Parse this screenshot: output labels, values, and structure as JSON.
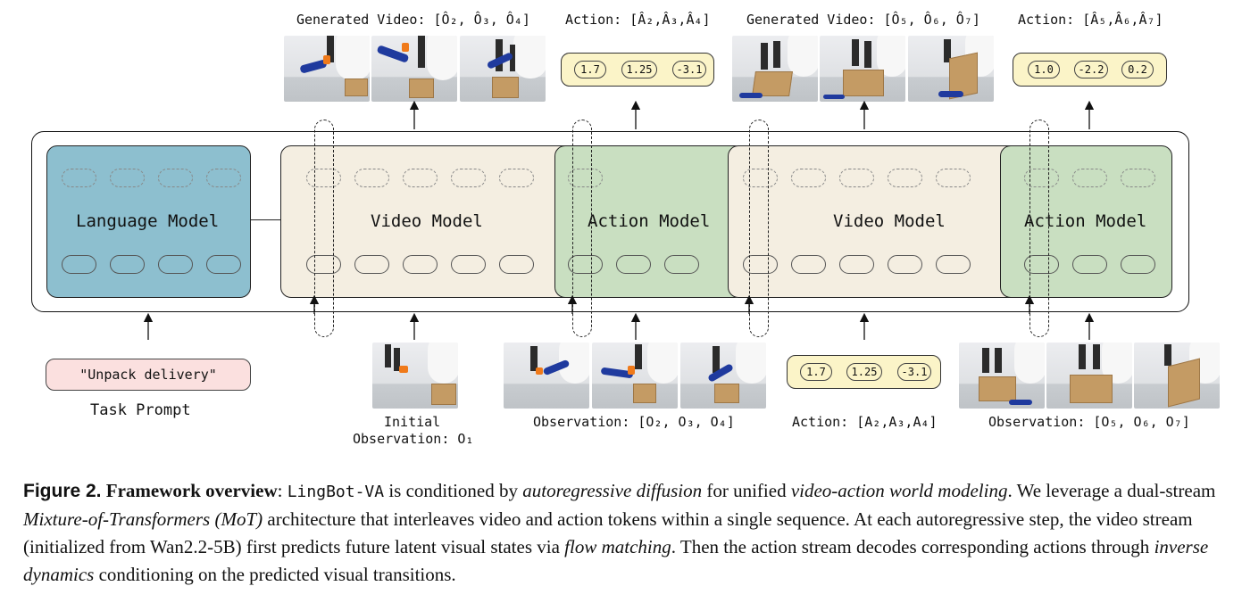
{
  "top_labels": {
    "gen_video_1": "Generated Video: [Ô₂, Ô₃, Ô₄]",
    "action_1": "Action: [Â₂,Â₃,Â₄]",
    "gen_video_2": "Generated Video: [Ô₅, Ô₆, Ô₇]",
    "action_2": "Action: [Â₅,Â₆,Â₇]"
  },
  "predicted_actions_1": [
    "1.7",
    "1.25",
    "-3.1"
  ],
  "predicted_actions_2": [
    "1.0",
    "-2.2",
    "0.2"
  ],
  "blocks": {
    "language": "Language Model",
    "video_1": "Video Model",
    "action_1": "Action Model",
    "video_2": "Video Model",
    "action_2": "Action Model"
  },
  "bottom": {
    "task_prompt_text": "\"Unpack delivery\"",
    "task_prompt_label": "Task Prompt",
    "initial_obs_line1": "Initial",
    "initial_obs_line2": "Observation: O₁",
    "obs_1": "Observation: [O₂, O₃, O₄]",
    "action_input_label": "Action: [A₂,A₃,A₄]",
    "obs_2": "Observation: [O₅, O₆, O₇]"
  },
  "input_actions": [
    "1.7",
    "1.25",
    "-3.1"
  ],
  "caption": {
    "fig_label": "Figure 2.",
    "title": "Framework overview",
    "colon": ": ",
    "model_name": "LingBot-VA",
    "t1": " is conditioned by ",
    "i1": "autoregressive diffusion",
    "t2": " for unified ",
    "i2": "video-action world modeling",
    "t3": ". We leverage a dual-stream ",
    "i3": "Mixture-of-Transformers (MoT)",
    "t4": " architecture that interleaves video and action tokens within a single sequence. At each autoregressive step, the video stream (initialized from Wan2.2-5B) first predicts future latent visual states via ",
    "i4": "flow matching",
    "t5": ". Then the action stream decodes corresponding actions through ",
    "i5": "inverse dynamics",
    "t6": " conditioning on the predicted visual transitions."
  },
  "colors": {
    "language_block": "#8dbfcf",
    "video_block": "#f4eee1",
    "action_block": "#c9dfc1",
    "action_box": "#fbf4c8",
    "prompt_box": "#fbe0df"
  }
}
